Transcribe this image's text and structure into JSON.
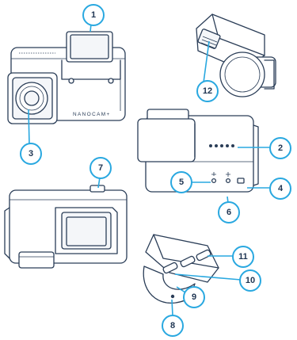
{
  "brand_label": "NANOCAM+",
  "callouts": [
    {
      "number": "1"
    },
    {
      "number": "2"
    },
    {
      "number": "3"
    },
    {
      "number": "4"
    },
    {
      "number": "5"
    },
    {
      "number": "6"
    },
    {
      "number": "7"
    },
    {
      "number": "8"
    },
    {
      "number": "9"
    },
    {
      "number": "10"
    },
    {
      "number": "11"
    },
    {
      "number": "12"
    }
  ],
  "colors": {
    "outline": "#2a3d57",
    "callout": "#29a8e0"
  }
}
